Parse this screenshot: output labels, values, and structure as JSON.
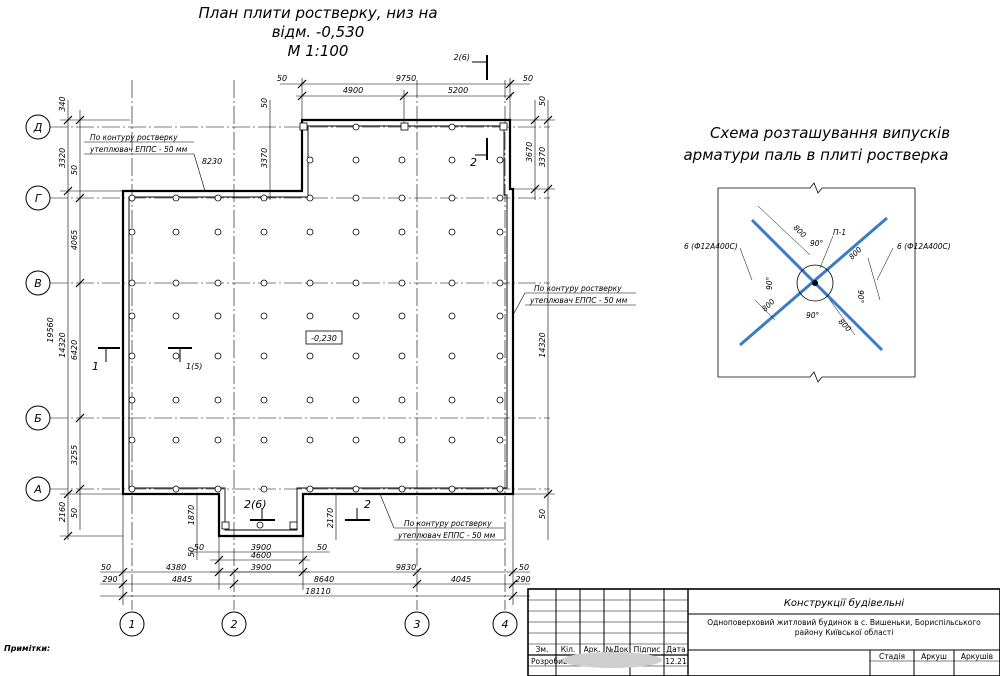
{
  "plan": {
    "title_line1": "План плити ростверку, низ на",
    "title_line2": "відм. -0,530",
    "title_line3": "М 1:100",
    "mark_level": "-0,230",
    "axes_letters": [
      "Д",
      "Г",
      "В",
      "Б",
      "А"
    ],
    "axes_numbers": [
      "1",
      "2",
      "3",
      "4"
    ],
    "section_marks": {
      "s2_6_top": "2(6)",
      "s2_mid": "2",
      "s1": "1",
      "s1_5": "1(5)",
      "s2_6_bottom": "2(6)",
      "s2_bottom": "2"
    },
    "notes": {
      "contour_a": "По контуру ростверку",
      "contour_b": "утеплювач ЕППС - 50 мм"
    },
    "dims": {
      "top_50a": "50",
      "top_9750": "9750",
      "top_50b": "50",
      "top_4900": "4900",
      "top_5200": "5200",
      "d8230": "8230",
      "left_340": "340",
      "left_3320": "3320",
      "left_50": "50",
      "left_4065": "4065",
      "left_19560": "19560",
      "left_6420": "6420",
      "left_14320": "14320",
      "left_3255": "3255",
      "left_2160": "2160",
      "left_50b": "50",
      "left_3370": "3370",
      "left_50c": "50",
      "right_50": "50",
      "right_3670": "3670",
      "right_3370": "3370",
      "right_14320": "14320",
      "right_50b": "50",
      "inner_1870": "1870",
      "inner_2170": "2170",
      "inner_50": "50",
      "bot_50a": "50",
      "bot_3900a": "3900",
      "bot_50b": "50",
      "bot_4600": "4600",
      "bot_3900b": "3900",
      "bot_50c": "50",
      "bot_4380": "4380",
      "bot_9830": "9830",
      "bot_50d": "50",
      "bot_290a": "290",
      "bot_4845": "4845",
      "bot_8640": "8640",
      "bot_4045": "4045",
      "bot_290b": "290",
      "bot_18110": "18110"
    }
  },
  "scheme": {
    "title_line1": "Схема розташування випусків",
    "title_line2": "арматури паль в плиті ростверка",
    "pile_label": "П-1",
    "left_rebar": "6 (Ф12А400С)",
    "right_rebar": "6 (Ф12А400С)",
    "len": "800",
    "angle": "90°"
  },
  "titleblock": {
    "name": "Конструкції будівельні",
    "project": "Одноповерховий житловий будинок в с. Вишеньки, Бориспільського району Київської області",
    "headers": [
      "Зм.",
      "Кіл.",
      "Арк.",
      "№Док",
      "Підпис",
      "Дата"
    ],
    "developed": "Розробив",
    "date_val": "12.21",
    "stage": "Стадія",
    "sheet": "Аркуш",
    "sheets": "Аркушів"
  },
  "notes_label": "Примітки:",
  "colors": {
    "rebar": "#3a7cc4",
    "ink": "#000000"
  }
}
